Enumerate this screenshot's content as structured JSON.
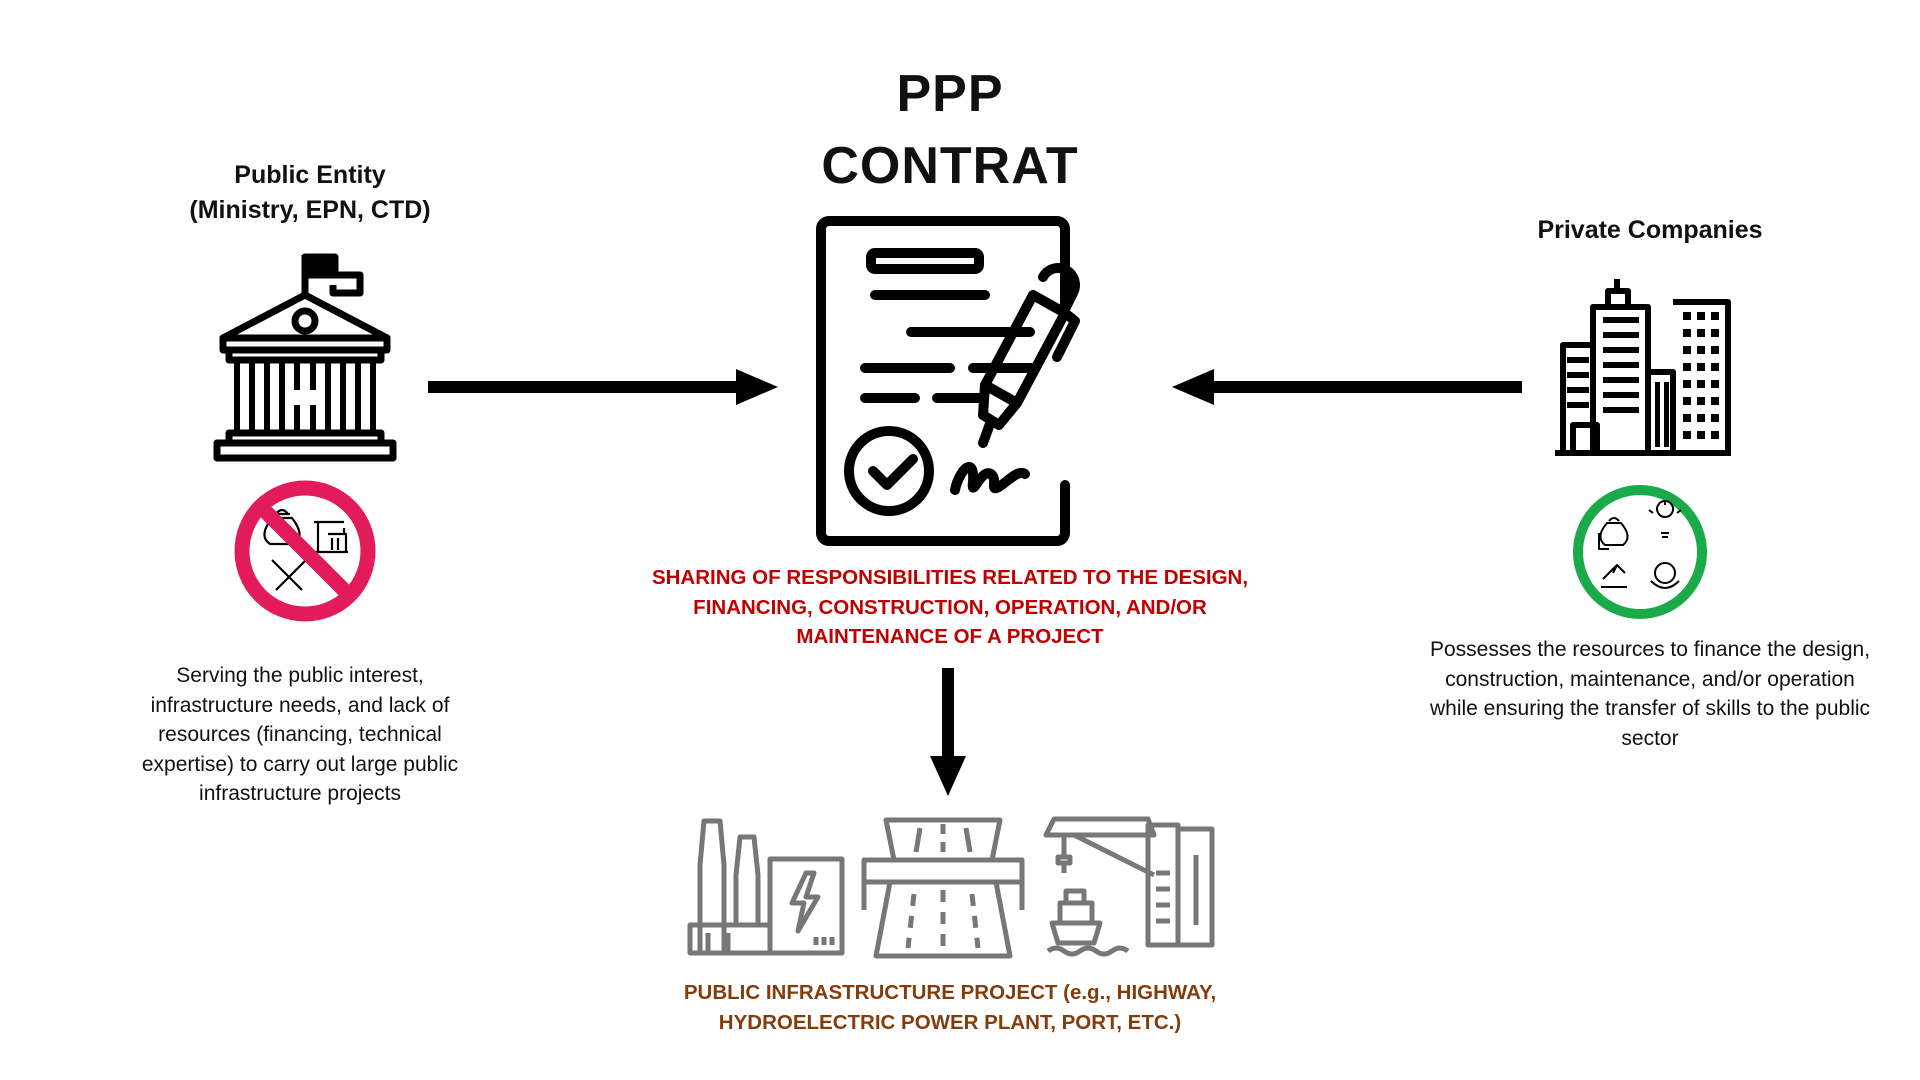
{
  "title": {
    "line1": "PPP",
    "line2": "CONTRAT"
  },
  "public_entity": {
    "title_line1": "Public Entity",
    "title_line2": "(Ministry, EPN, CTD)",
    "description": [
      "Serving the public interest,",
      "infrastructure needs, and lack of",
      "resources (financing, technical",
      "expertise) to carry out large public",
      "infrastructure projects"
    ]
  },
  "private_companies": {
    "title": "Private Companies",
    "description": [
      "Possesses the resources to finance the design,",
      "construction, maintenance, and/or operation",
      "while ensuring the transfer of skills to the public",
      "sector"
    ]
  },
  "contract": {
    "responsibilities": [
      "SHARING OF RESPONSIBILITIES RELATED TO THE DESIGN,",
      "FINANCING, CONSTRUCTION, OPERATION, AND/OR",
      "MAINTENANCE OF A PROJECT"
    ]
  },
  "project": {
    "caption": [
      "PUBLIC INFRASTRUCTURE PROJECT (e.g., HIGHWAY,",
      "HYDROELECTRIC POWER PLANT, PORT, ETC.)"
    ]
  },
  "colors": {
    "responsibilities_text": "#c00000",
    "project_text": "#843c0c",
    "no_resources_circle": "#e21b5a",
    "resources_circle": "#1aaa4a",
    "infrastructure_icons": "#777777"
  },
  "icons": {
    "public_entity": "government-building-icon",
    "private": "office-buildings-icon",
    "contract": "signed-contract-icon",
    "no_resources": "prohibited-resources-icon",
    "resources": "available-resources-icon",
    "infrastructure": [
      "power-plant-icon",
      "highway-icon",
      "port-icon"
    ]
  }
}
